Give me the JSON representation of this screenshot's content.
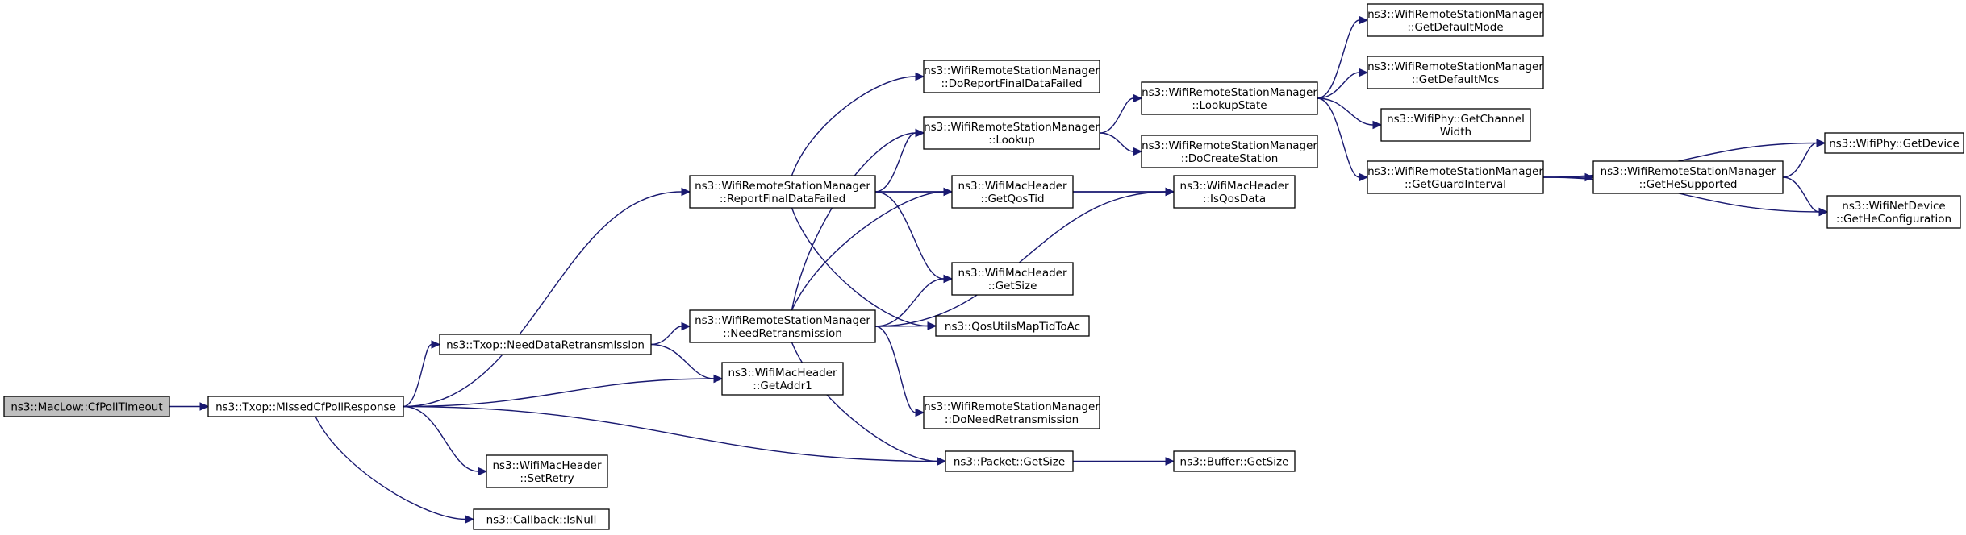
{
  "diagram": {
    "type": "call-graph",
    "nodes": [
      {
        "id": "cfpoll",
        "lines": [
          "ns3::MacLow::CfPollTimeout"
        ],
        "root": true
      },
      {
        "id": "missed",
        "lines": [
          "ns3::Txop::MissedCfPollResponse"
        ]
      },
      {
        "id": "reportfail",
        "lines": [
          "ns3::WifiRemoteStationManager",
          "::ReportFinalDataFailed"
        ]
      },
      {
        "id": "needdata",
        "lines": [
          "ns3::Txop::NeedDataRetransmission"
        ]
      },
      {
        "id": "needretx",
        "lines": [
          "ns3::WifiRemoteStationManager",
          "::NeedRetransmission"
        ]
      },
      {
        "id": "addr1",
        "lines": [
          "ns3::WifiMacHeader",
          "::GetAddr1"
        ]
      },
      {
        "id": "setretry",
        "lines": [
          "ns3::WifiMacHeader",
          "::SetRetry"
        ]
      },
      {
        "id": "isnull",
        "lines": [
          "ns3::Callback::IsNull"
        ]
      },
      {
        "id": "doreport",
        "lines": [
          "ns3::WifiRemoteStationManager",
          "::DoReportFinalDataFailed"
        ]
      },
      {
        "id": "lookup",
        "lines": [
          "ns3::WifiRemoteStationManager",
          "::Lookup"
        ]
      },
      {
        "id": "qostid",
        "lines": [
          "ns3::WifiMacHeader",
          "::GetQosTid"
        ]
      },
      {
        "id": "hdrsize",
        "lines": [
          "ns3::WifiMacHeader",
          "::GetSize"
        ]
      },
      {
        "id": "qosmap",
        "lines": [
          "ns3::QosUtilsMapTidToAc"
        ]
      },
      {
        "id": "doneed",
        "lines": [
          "ns3::WifiRemoteStationManager",
          "::DoNeedRetransmission"
        ]
      },
      {
        "id": "pktsize",
        "lines": [
          "ns3::Packet::GetSize"
        ]
      },
      {
        "id": "lookupstate",
        "lines": [
          "ns3::WifiRemoteStationManager",
          "::LookupState"
        ]
      },
      {
        "id": "docreate",
        "lines": [
          "ns3::WifiRemoteStationManager",
          "::DoCreateStation"
        ]
      },
      {
        "id": "isqos",
        "lines": [
          "ns3::WifiMacHeader",
          "::IsQosData"
        ]
      },
      {
        "id": "bufsize",
        "lines": [
          "ns3::Buffer::GetSize"
        ]
      },
      {
        "id": "defmode",
        "lines": [
          "ns3::WifiRemoteStationManager",
          "::GetDefaultMode"
        ]
      },
      {
        "id": "defmcs",
        "lines": [
          "ns3::WifiRemoteStationManager",
          "::GetDefaultMcs"
        ]
      },
      {
        "id": "chwidth",
        "lines": [
          "ns3::WifiPhy::GetChannel",
          "Width"
        ]
      },
      {
        "id": "guard",
        "lines": [
          "ns3::WifiRemoteStationManager",
          "::GetGuardInterval"
        ]
      },
      {
        "id": "hesupp",
        "lines": [
          "ns3::WifiRemoteStationManager",
          "::GetHeSupported"
        ]
      },
      {
        "id": "getdevice",
        "lines": [
          "ns3::WifiPhy::GetDevice"
        ]
      },
      {
        "id": "heconf",
        "lines": [
          "ns3::WifiNetDevice",
          "::GetHeConfiguration"
        ]
      }
    ],
    "edges": [
      [
        "cfpoll",
        "missed"
      ],
      [
        "missed",
        "reportfail"
      ],
      [
        "missed",
        "needdata"
      ],
      [
        "missed",
        "addr1"
      ],
      [
        "missed",
        "setretry"
      ],
      [
        "missed",
        "isnull"
      ],
      [
        "missed",
        "pktsize"
      ],
      [
        "needdata",
        "needretx"
      ],
      [
        "needdata",
        "addr1"
      ],
      [
        "reportfail",
        "doreport"
      ],
      [
        "reportfail",
        "lookup"
      ],
      [
        "reportfail",
        "qostid"
      ],
      [
        "reportfail",
        "hdrsize"
      ],
      [
        "reportfail",
        "qosmap"
      ],
      [
        "reportfail",
        "isqos"
      ],
      [
        "needretx",
        "lookup"
      ],
      [
        "needretx",
        "qostid"
      ],
      [
        "needretx",
        "hdrsize"
      ],
      [
        "needretx",
        "qosmap"
      ],
      [
        "needretx",
        "doneed"
      ],
      [
        "needretx",
        "pktsize"
      ],
      [
        "needretx",
        "isqos"
      ],
      [
        "lookup",
        "lookupstate"
      ],
      [
        "lookup",
        "docreate"
      ],
      [
        "qostid",
        "isqos"
      ],
      [
        "pktsize",
        "bufsize"
      ],
      [
        "lookupstate",
        "defmode"
      ],
      [
        "lookupstate",
        "defmcs"
      ],
      [
        "lookupstate",
        "chwidth"
      ],
      [
        "lookupstate",
        "guard"
      ],
      [
        "guard",
        "hesupp"
      ],
      [
        "guard",
        "getdevice"
      ],
      [
        "guard",
        "heconf"
      ],
      [
        "hesupp",
        "getdevice"
      ],
      [
        "hesupp",
        "heconf"
      ]
    ]
  }
}
